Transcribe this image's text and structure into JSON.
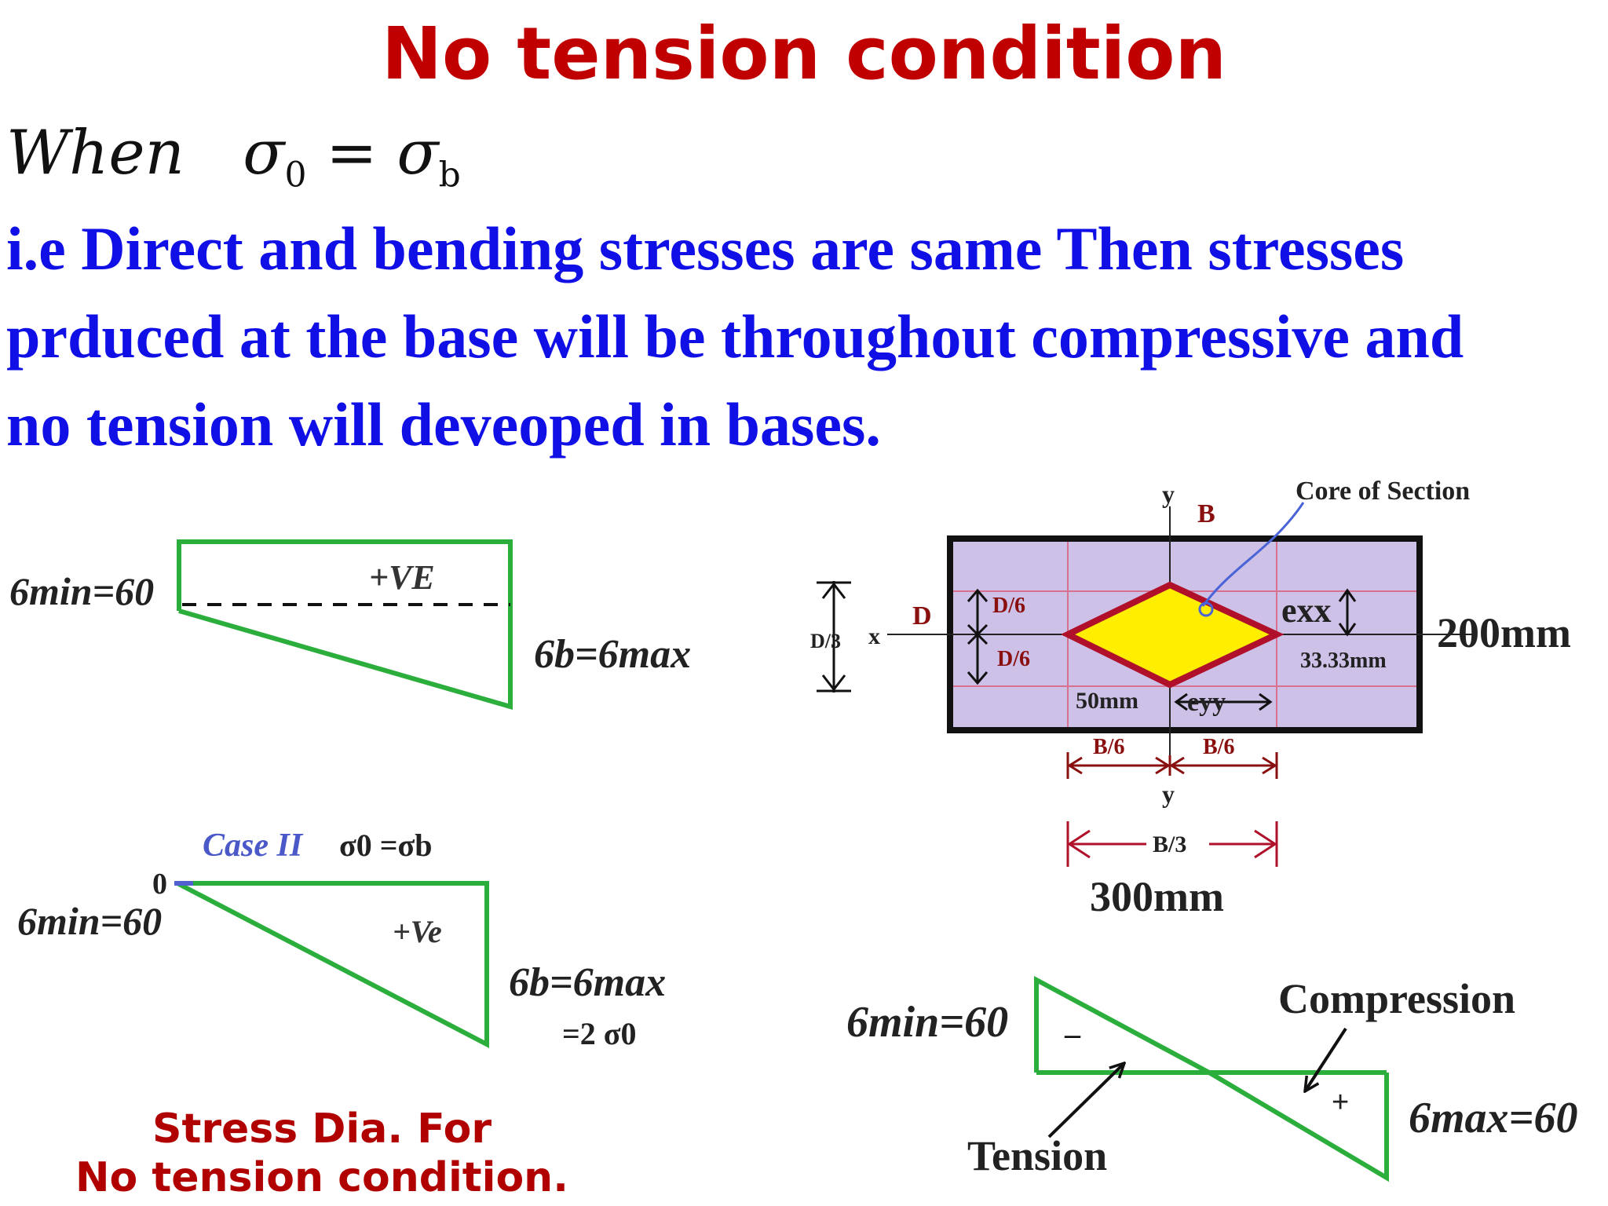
{
  "title": "No tension condition",
  "condition": {
    "word": "When",
    "lhs_symbol": "σ",
    "lhs_sub": "0",
    "equals": "=",
    "rhs_symbol": "σ",
    "rhs_sub": "b"
  },
  "description": [
    "i.e  Direct and bending stresses are same  Then stresses",
    "prduced at the base will be throughout compressive and",
    "no tension will deveoped in bases."
  ],
  "diagram1": {
    "left_label": "6min=60",
    "sign_label": "+VE",
    "right_label": "6b=6max"
  },
  "diagram2": {
    "case_label": "Case II",
    "case_eq": "σ0 =σb",
    "zero_label": "0",
    "left_label": "6min=60",
    "sign_label": "+Ve",
    "right_label": "6b=6max",
    "right_sublabel": "=2 σ0"
  },
  "caption": [
    "Stress Dia. For",
    "No tension condition."
  ],
  "section": {
    "core_label": "Core of Section",
    "axis_y_top": "y",
    "axis_y_bottom": "y",
    "axis_x": "x",
    "label_B": "B",
    "label_D": "D",
    "d6_upper": "D/6",
    "d6_lower": "D/6",
    "d3": "D/3",
    "exx": "exx",
    "exx_value": "33.33mm",
    "eyy": "eyy",
    "eyy_value": "50mm",
    "b6_left": "B/6",
    "b6_right": "B/6",
    "b3": "B/3",
    "height_value": "200mm",
    "width_value": "300mm",
    "colors": {
      "section_fill": "#cdc1e8",
      "core_fill": "#ffee00",
      "core_stroke": "#b0102a",
      "grid": "#d87090"
    }
  },
  "diagram3": {
    "left_label": "6min=60",
    "right_label": "6max=60",
    "minus": "–",
    "plus": "+",
    "compression_label": "Compression",
    "tension_label": "Tension"
  },
  "colors": {
    "title": "#c00000",
    "body_text": "#1010e6",
    "stress_line": "#2bae3c",
    "case_label": "#4a58c8"
  }
}
